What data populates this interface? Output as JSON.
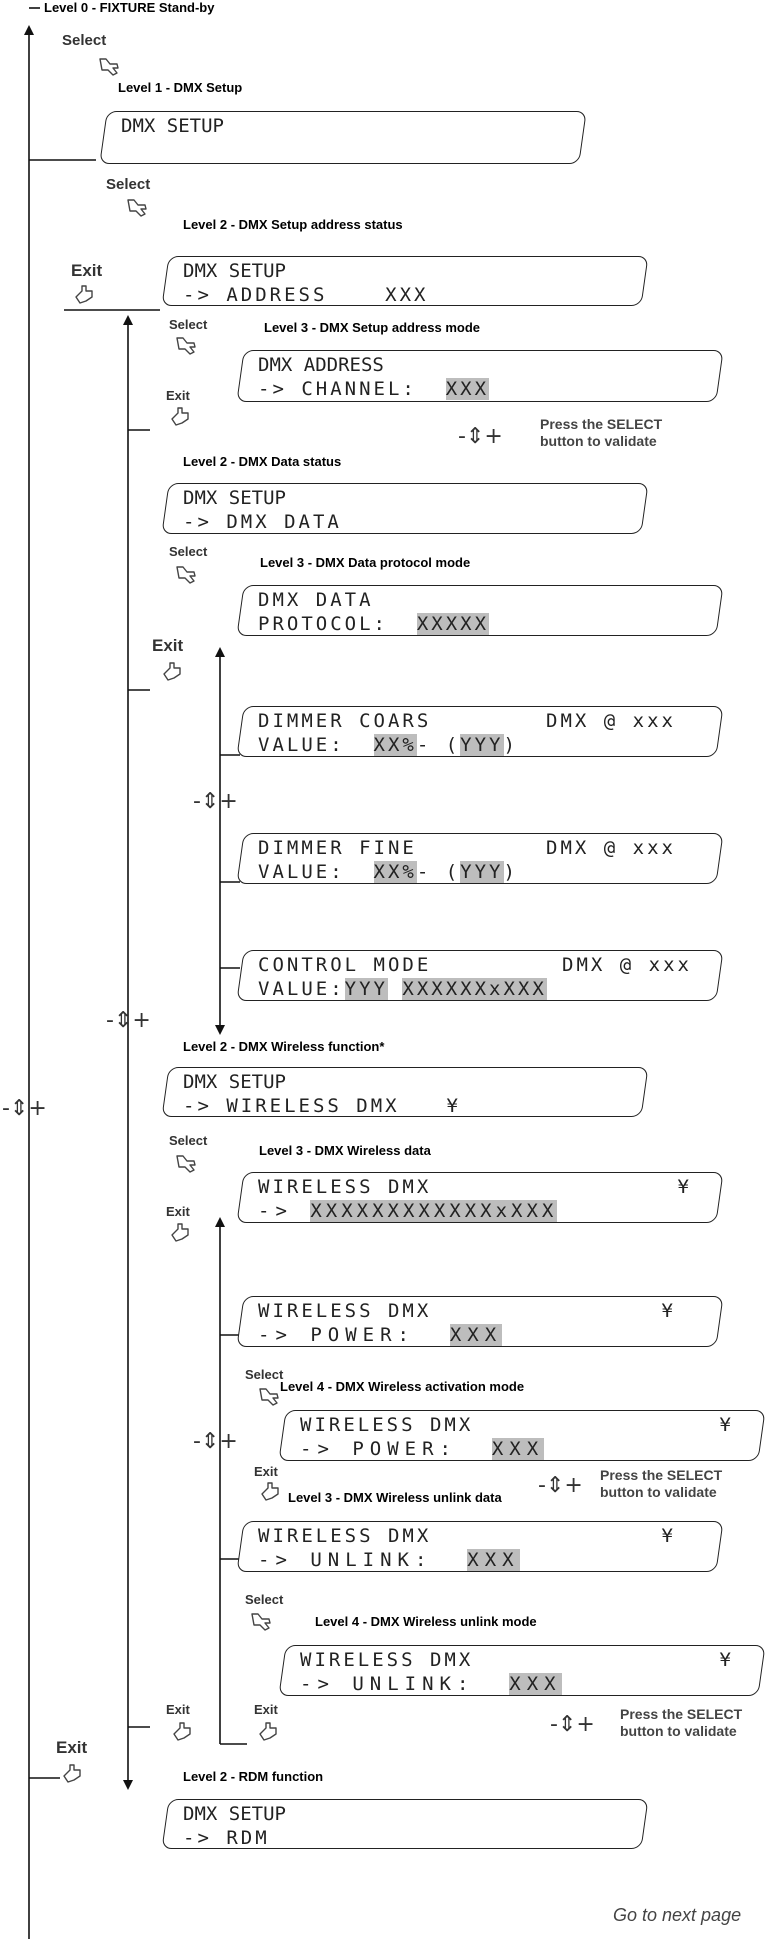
{
  "levels": {
    "l0": "Level 0 - FIXTURE Stand-by",
    "l1": "Level 1 - DMX Setup",
    "l2_address": "Level 2 - DMX Setup address status",
    "l3_address": "Level 3 - DMX Setup address mode",
    "l2_data": "Level 2 - DMX Data status",
    "l3_data": "Level 3 - DMX Data protocol mode",
    "l2_wireless": "Level 2 - DMX Wireless function*",
    "l3_wireless": "Level 3 - DMX Wireless data",
    "l4_activation": "Level 4 - DMX Wireless activation mode",
    "l3_unlink": "Level 3 - DMX Wireless unlink data",
    "l4_unlink": "Level 4 - DMX Wireless unlink mode",
    "l2_rdm": "Level 2 - RDM function"
  },
  "labels": {
    "select": "Select",
    "exit": "Exit",
    "plus_minus": "-⇕+",
    "press_select": "Press the SELECT\nbutton to validate",
    "next_page": "Go to next page"
  },
  "screens": {
    "dmx_setup": {
      "line1": "DMX SETUP"
    },
    "address": {
      "line1": "DMX SETUP",
      "line2": "-> ADDRESS    XXX"
    },
    "address_mode": {
      "line1": "DMX ADDRESS",
      "line2_prefix": "-> CHANNEL:  ",
      "value": "XXX"
    },
    "data": {
      "line1": "DMX SETUP",
      "line2": "-> DMX DATA"
    },
    "protocol": {
      "line1": "DMX DATA",
      "line2_prefix": "PROTOCOL:  ",
      "value": "XXXXX"
    },
    "dimmer_coarse": {
      "line1_left": "DIMMER COARS",
      "line1_right": "DMX @ xxx",
      "line2_prefix": "VALUE:  ",
      "pct": "XX%",
      "dash": "- (",
      "raw": "YYY",
      "close": ")"
    },
    "dimmer_fine": {
      "line1_left": "DIMMER FINE",
      "line1_right": "DMX @ xxx",
      "line2_prefix": "VALUE:  ",
      "pct": "XX%",
      "dash": "- (",
      "raw": "YYY",
      "close": ")"
    },
    "control_mode": {
      "line1_left": "CONTROL MODE",
      "line1_right": "DMX @ xxx",
      "line2_prefix": "VALUE:",
      "v1": "YYY",
      "v2": "XXXXXXxXXX"
    },
    "wireless": {
      "line1": "DMX SETUP",
      "line2": "-> WIRELESS DMX",
      "symbol": "¥"
    },
    "wireless_data": {
      "line1": "WIRELESS DMX",
      "symbol": "¥",
      "line2_prefix": "-> ",
      "value": "XXXXXXXXXXXXxXXX"
    },
    "wireless_power": {
      "line1": "WIRELESS DMX",
      "symbol": "¥",
      "line2_prefix": "-> POWER:  ",
      "value": "XXX"
    },
    "wireless_power_mode": {
      "line1": "WIRELESS DMX",
      "symbol": "¥",
      "line2_prefix": "-> POWER:  ",
      "value": "XXX"
    },
    "wireless_unlink": {
      "line1": "WIRELESS DMX",
      "symbol": "¥",
      "line2_prefix": "-> UNLINK:  ",
      "value": "XXX"
    },
    "wireless_unlink_mode": {
      "line1": "WIRELESS DMX",
      "symbol": "¥",
      "line2_prefix": "-> UNLINK:  ",
      "value": "XXX"
    },
    "rdm": {
      "line1": "DMX SETUP",
      "line2": "-> RDM"
    }
  }
}
